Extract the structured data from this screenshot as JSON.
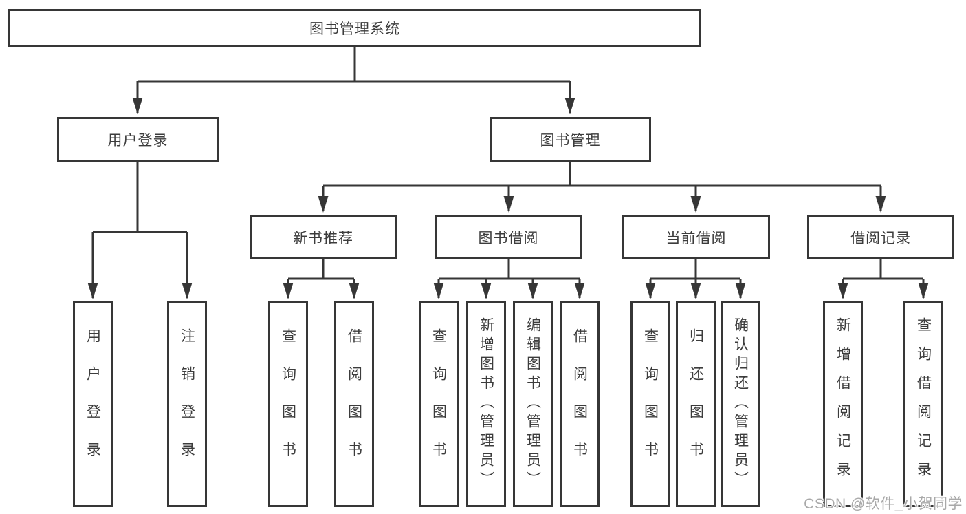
{
  "colors": {
    "line": "#363636",
    "box_border": "#363636",
    "box_fill": "#ffffff",
    "text": "#3c3c3c",
    "watermark_text": "#a9a9a9",
    "background": "#ffffff"
  },
  "watermark": "CSDN @软件_小贺同学",
  "tree": {
    "label": "图书管理系统",
    "children": [
      {
        "label": "用户登录",
        "children": [
          {
            "label": "用户登录"
          },
          {
            "label": "注销登录"
          }
        ]
      },
      {
        "label": "图书管理",
        "children": [
          {
            "label": "新书推荐",
            "children": [
              {
                "label": "查询图书"
              },
              {
                "label": "借阅图书"
              }
            ]
          },
          {
            "label": "图书借阅",
            "children": [
              {
                "label": "查询图书"
              },
              {
                "label": "新增图书（管理员）"
              },
              {
                "label": "编辑图书（管理员）"
              },
              {
                "label": "借阅图书"
              }
            ]
          },
          {
            "label": "当前借阅",
            "children": [
              {
                "label": "查询图书"
              },
              {
                "label": "归还图书"
              },
              {
                "label": "确认归还（管理员）"
              }
            ]
          },
          {
            "label": "借阅记录",
            "children": [
              {
                "label": "新增借阅记录"
              },
              {
                "label": "查询借阅记录"
              }
            ]
          }
        ]
      }
    ]
  }
}
